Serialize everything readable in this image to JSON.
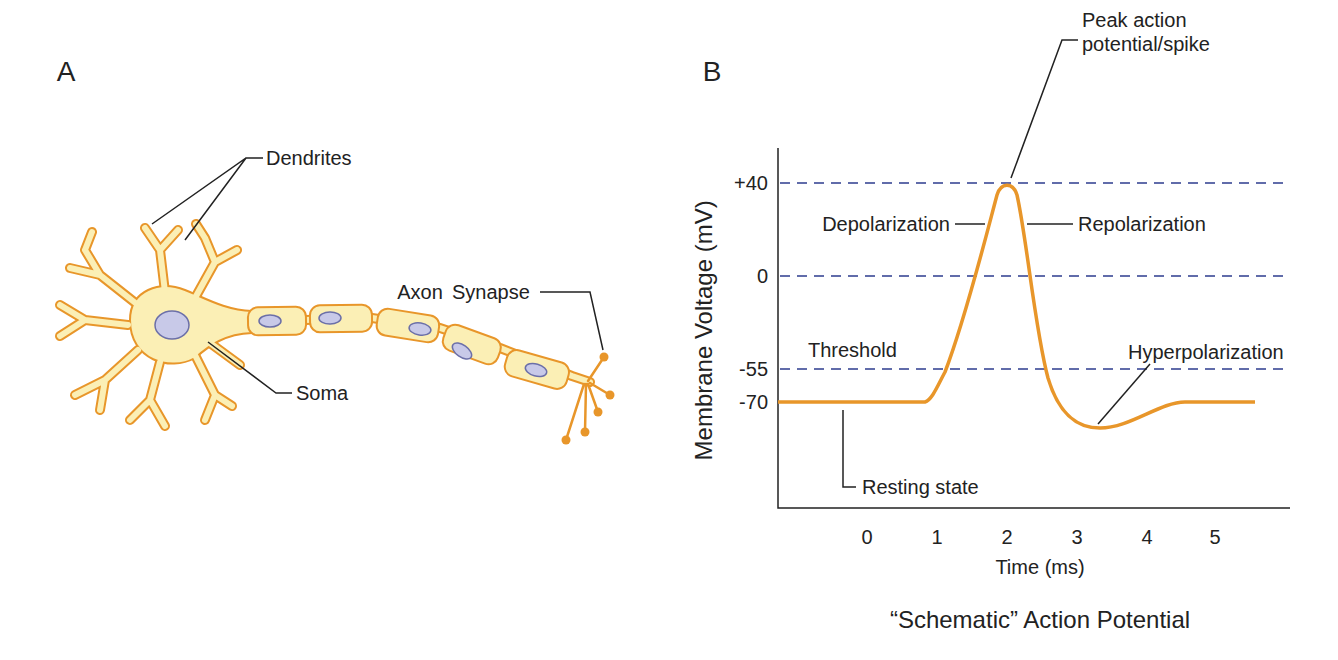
{
  "diagram": {
    "caption": "“Schematic” Action Potential",
    "labels": [
      "A",
      "Dendrites",
      "Soma",
      "Axon",
      "Synapse",
      "B",
      "Peak action potential/spike",
      "Depolarization",
      "Repolarization",
      "Hyperpolarization",
      "Threshold",
      "Resting state",
      "+40",
      "0",
      "-55",
      "-70",
      "Membrane Voltage (mV)",
      "0",
      "1",
      "2",
      "3",
      "4",
      "5",
      "Time (ms)"
    ]
  }
}
